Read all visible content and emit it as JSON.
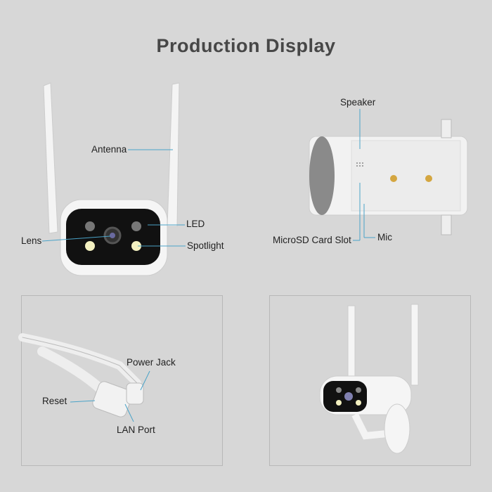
{
  "title": "Production Display",
  "front_view": {
    "labels": {
      "antenna": "Antenna",
      "led": "LED",
      "lens": "Lens",
      "spotlight": "Spotlight"
    }
  },
  "back_view": {
    "labels": {
      "speaker": "Speaker",
      "microsd": "MicroSD Card Slot",
      "mic": "Mic"
    }
  },
  "cable_view": {
    "labels": {
      "power_jack": "Power Jack",
      "reset": "Reset",
      "lan_port": "LAN Port"
    }
  },
  "colors": {
    "background": "#d7d7d7",
    "leader_line": "#4aa3c8",
    "title": "#474747"
  }
}
